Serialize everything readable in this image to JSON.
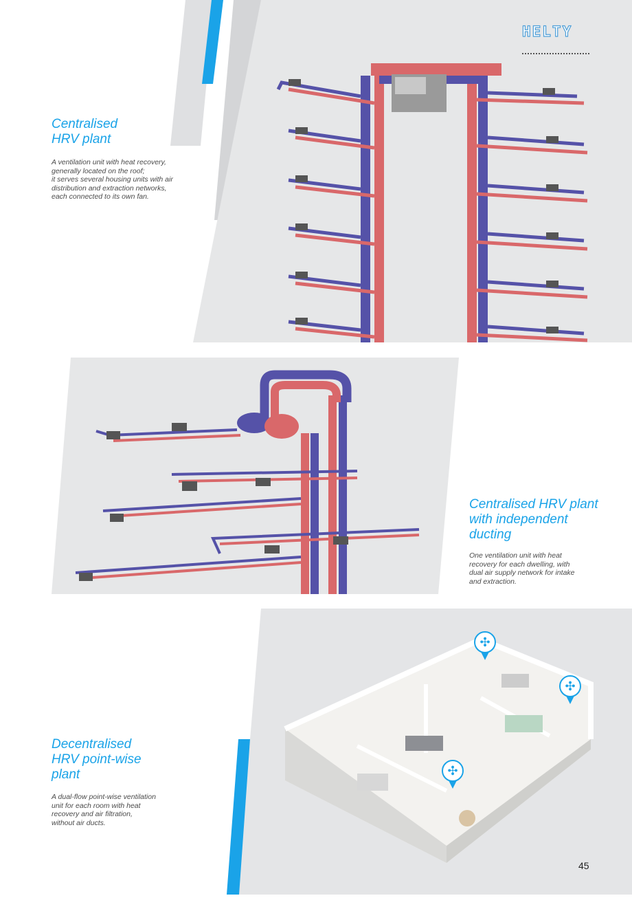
{
  "brand": {
    "logo_text": "HELTY"
  },
  "sections": [
    {
      "title": "Centralised\nHRV plant",
      "description": "A ventilation unit with heat recovery,\ngenerally located on the roof;\nit serves several housing units with air\ndistribution and extraction networks,\neach connected to its own fan."
    },
    {
      "title": "Centralised HRV plant\nwith independent\nducting",
      "description": "One ventilation unit with heat\nrecovery for each dwelling, with\ndual air supply network for intake\nand extraction."
    },
    {
      "title": "Decentralised\nHRV point-wise\nplant",
      "description": "A dual-flow point-wise ventilation\nunit for each room with heat\nrecovery and air filtration,\nwithout air ducts."
    }
  ],
  "page_number": "45",
  "colors": {
    "accent": "#1aa3e8",
    "supply_duct": "#d9686a",
    "extract_duct": "#5552a8",
    "panel_bg": "#e6e7e8"
  },
  "icons": [
    "fan-icon"
  ]
}
